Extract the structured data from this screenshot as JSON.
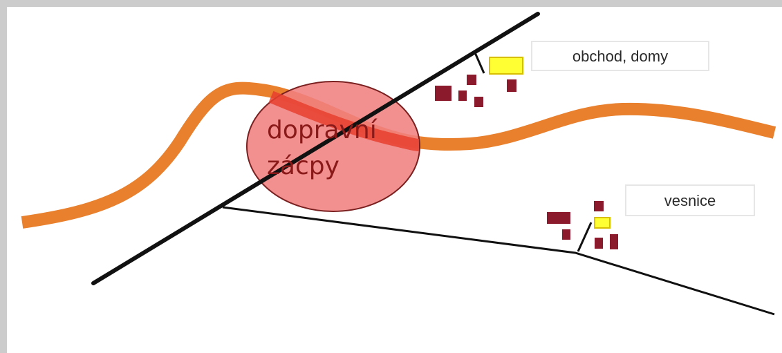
{
  "labels": {
    "shop_houses": "obchod, domy",
    "village": "vesnice",
    "traffic_jam_line1": "dopravní",
    "traffic_jam_line2": "zácpy"
  },
  "colors": {
    "river": "#e8802e",
    "jam_fill": "#f08080",
    "jam_stroke": "#8a1f1f",
    "road": "#111111",
    "building": "#8b1a2c",
    "shop": "#ffff33",
    "background": "#ffffff",
    "frame": "#cccccc"
  }
}
